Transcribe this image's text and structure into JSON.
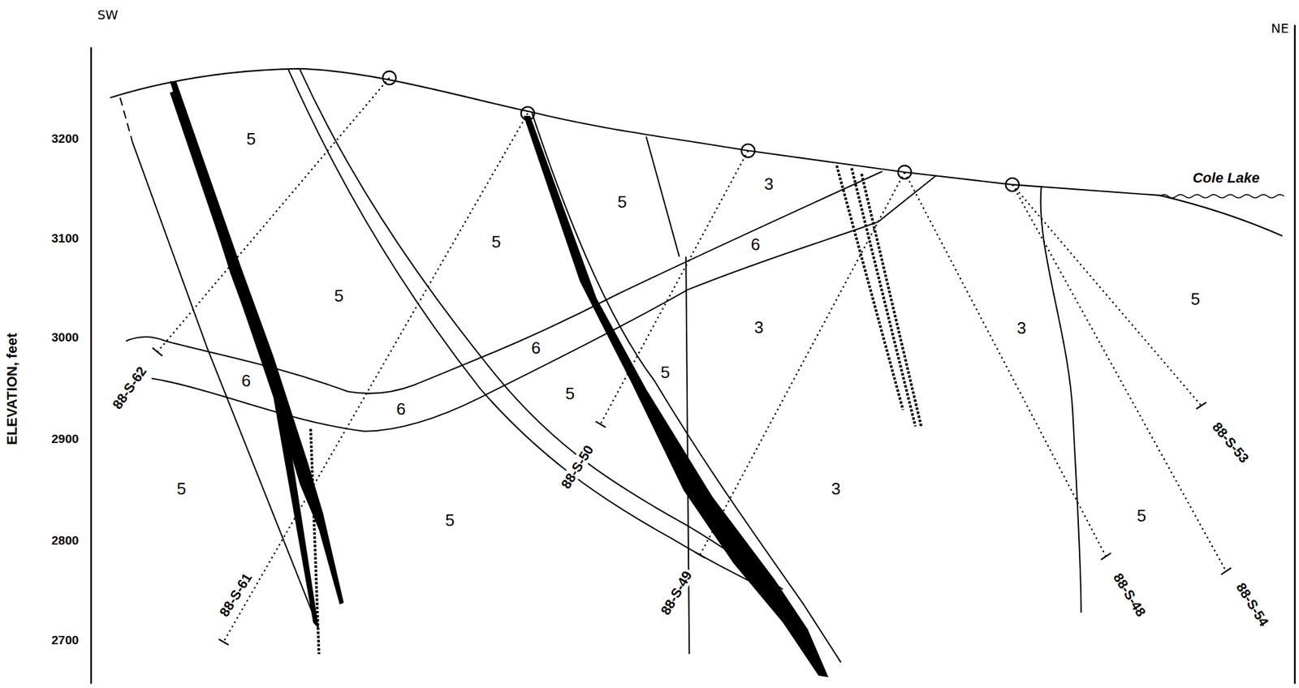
{
  "diagram": {
    "labels": [
      "SW",
      "NE",
      "Cole Lake",
      "ELEVATION, feet",
      "3200",
      "3100",
      "3000",
      "2900",
      "2800",
      "2700",
      "5",
      "5",
      "5",
      "5",
      "3",
      "6",
      "6",
      "6",
      "6",
      "3",
      "5",
      "5",
      "3",
      "5",
      "5",
      "5",
      "3",
      "5",
      "88-S-62",
      "88-S-61",
      "88-S-50",
      "88-S-49",
      "88-S-48",
      "88-S-53",
      "88-S-54"
    ]
  }
}
